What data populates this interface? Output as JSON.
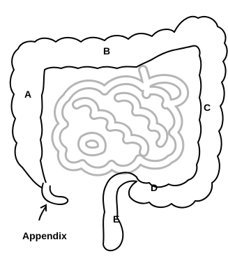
{
  "labels": {
    "a": "A",
    "b": "B",
    "c": "C",
    "d": "D",
    "e": "E",
    "appendix": "Appendix"
  }
}
